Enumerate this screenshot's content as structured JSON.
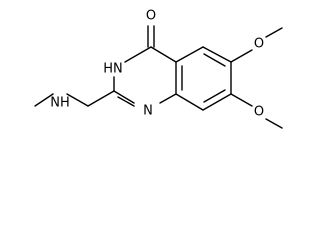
{
  "molecule": {
    "atoms": {
      "carbonyl_oxygen": "O",
      "ring_nh": "HN",
      "ring_n": "N",
      "amine_nh": "NH",
      "methoxy_oxygen_6": "O",
      "methoxy_oxygen_7": "O"
    },
    "colors": {
      "bond": "#000000",
      "label": "#000000",
      "background": "#ffffff"
    }
  }
}
